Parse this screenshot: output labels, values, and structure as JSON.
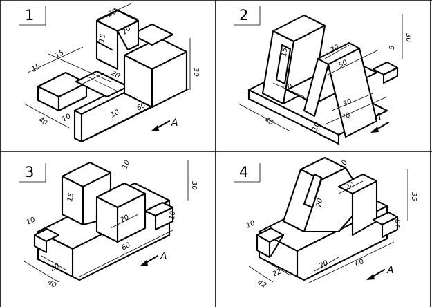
{
  "panels": [
    {
      "label": "1",
      "dims": {
        "d20": "20",
        "d15v": "15",
        "d15a": "15",
        "d15b": "15",
        "d20b": "20",
        "d30": "30",
        "d40": "40",
        "d10": "10",
        "d60": "60",
        "d10b": "10"
      },
      "arrow_label": "A"
    },
    {
      "label": "2",
      "dims": {
        "d30v": "30",
        "d15": "15",
        "d30": "30",
        "d50": "50",
        "d5": "5",
        "d20": "20",
        "d40": "40",
        "d30b": "30",
        "d70": "70",
        "d10": "10"
      },
      "arrow_label": "A"
    },
    {
      "label": "3",
      "dims": {
        "d10t": "10",
        "d15": "15",
        "d30": "30",
        "d20": "20",
        "d10r": "10",
        "d10l": "10",
        "d60": "60",
        "d20b": "20",
        "d40": "40"
      },
      "arrow_label": "A"
    },
    {
      "label": "4",
      "dims": {
        "d10t": "10",
        "d20": "20",
        "d20v": "20",
        "d35": "35",
        "d10r": "10",
        "d10l": "10",
        "d20b": "20",
        "d22": "22",
        "d42": "42",
        "d60": "60"
      },
      "arrow_label": "A"
    }
  ]
}
